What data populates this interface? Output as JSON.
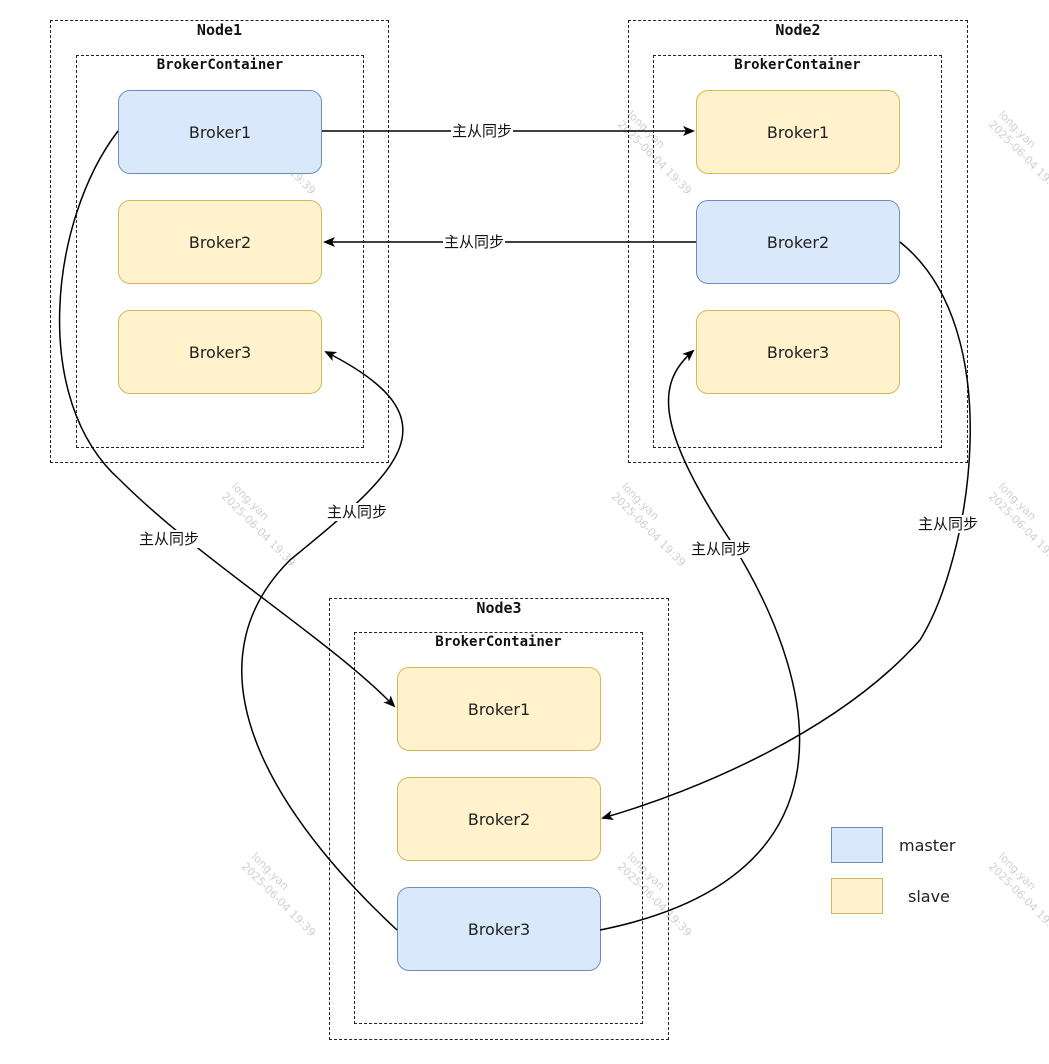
{
  "nodes": {
    "node1": {
      "title": "Node1",
      "container": "BrokerContainer",
      "broker1": "Broker1",
      "broker2": "Broker2",
      "broker3": "Broker3"
    },
    "node2": {
      "title": "Node2",
      "container": "BrokerContainer",
      "broker1": "Broker1",
      "broker2": "Broker2",
      "broker3": "Broker3"
    },
    "node3": {
      "title": "Node3",
      "container": "BrokerContainer",
      "broker1": "Broker1",
      "broker2": "Broker2",
      "broker3": "Broker3"
    }
  },
  "edge_label": "主从同步",
  "edges": {
    "e1": "主从同步",
    "e2": "主从同步",
    "e3": "主从同步",
    "e4": "主从同步",
    "e5": "主从同步",
    "e6": "主从同步"
  },
  "legend": {
    "master": "master",
    "slave": "slave"
  },
  "colors": {
    "master_fill": "#dae8fc",
    "master_stroke": "#6c8ebf",
    "slave_fill": "#fff2cc",
    "slave_stroke": "#d6b656"
  },
  "watermark": {
    "user": "long.yan",
    "date": "2025-06-04 19:39"
  }
}
